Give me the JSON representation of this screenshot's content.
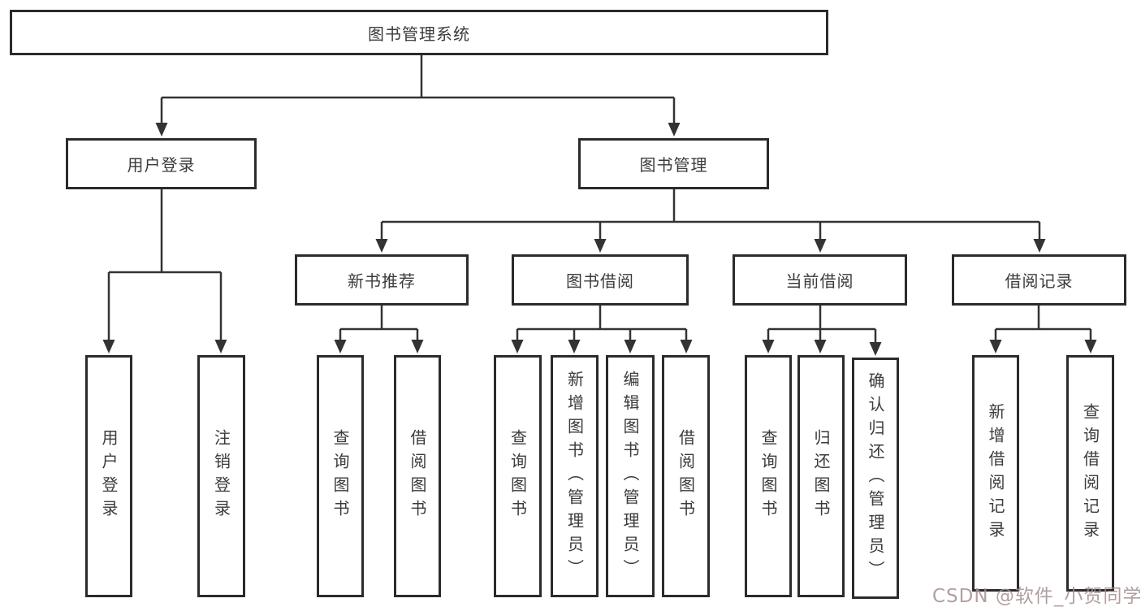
{
  "diagram": {
    "type": "hierarchy-tree",
    "root": {
      "label": "图书管理系统"
    },
    "level1": [
      {
        "label": "用户登录",
        "parent": "图书管理系统"
      },
      {
        "label": "图书管理",
        "parent": "图书管理系统"
      }
    ],
    "level2": [
      {
        "label": "新书推荐",
        "parent": "图书管理"
      },
      {
        "label": "图书借阅",
        "parent": "图书管理"
      },
      {
        "label": "当前借阅",
        "parent": "图书管理"
      },
      {
        "label": "借阅记录",
        "parent": "图书管理"
      }
    ],
    "leaves": [
      {
        "label": "用户登录",
        "parent": "用户登录"
      },
      {
        "label": "注销登录",
        "parent": "用户登录"
      },
      {
        "label": "查询图书",
        "parent": "新书推荐"
      },
      {
        "label": "借阅图书",
        "parent": "新书推荐"
      },
      {
        "label": "查询图书",
        "parent": "图书借阅"
      },
      {
        "label": "新增图书（管理员）",
        "parent": "图书借阅"
      },
      {
        "label": "编辑图书（管理员）",
        "parent": "图书借阅"
      },
      {
        "label": "借阅图书",
        "parent": "图书借阅"
      },
      {
        "label": "查询图书",
        "parent": "当前借阅"
      },
      {
        "label": "归还图书",
        "parent": "当前借阅"
      },
      {
        "label": "确认归还（管理员）",
        "parent": "当前借阅"
      },
      {
        "label": "新增借阅记录",
        "parent": "借阅记录"
      },
      {
        "label": "查询借阅记录",
        "parent": "借阅记录"
      }
    ]
  },
  "watermark": {
    "text": "CSDN @软件_小贺同学"
  },
  "colors": {
    "line": "#333333",
    "box_border": "#2b2b2b",
    "text": "#3b3b3b",
    "watermark": "#a48e8e",
    "background": "#ffffff"
  }
}
